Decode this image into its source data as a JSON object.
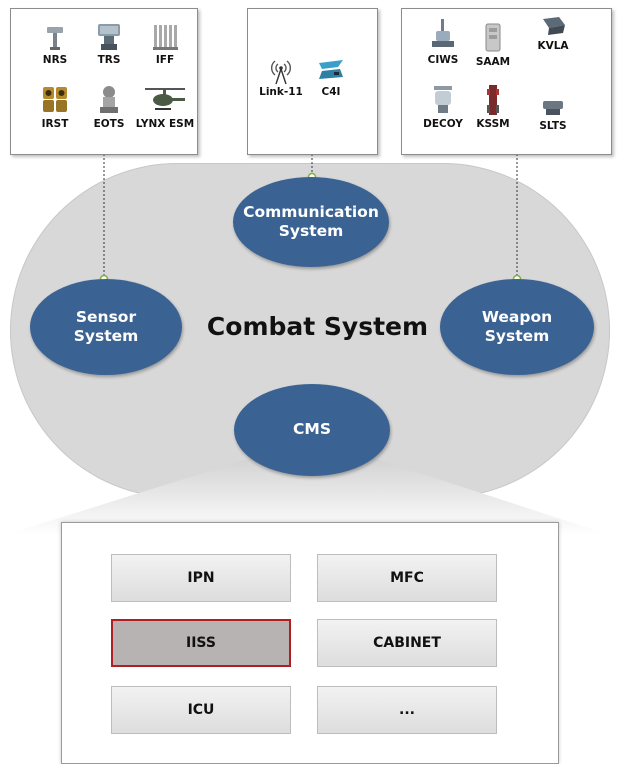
{
  "diagram": {
    "title": "Combat System",
    "colors": {
      "node_fill": "#3a6394",
      "stadium_fill": "#d8d8d8",
      "selected_border": "#b01f24",
      "connector_dot": "#7fb33c"
    },
    "nodes": {
      "communication": {
        "line1": "Communication",
        "line2": "System"
      },
      "sensor": {
        "line1": "Sensor",
        "line2": "System"
      },
      "weapon": {
        "line1": "Weapon",
        "line2": "System"
      },
      "cms": {
        "label": "CMS"
      }
    },
    "sensor_panel": {
      "items": [
        {
          "label": "NRS",
          "icon": "radar-antenna-icon"
        },
        {
          "label": "TRS",
          "icon": "tracking-radar-icon"
        },
        {
          "label": "IFF",
          "icon": "iff-antenna-icon"
        },
        {
          "label": "IRST",
          "icon": "infrared-sensor-icon"
        },
        {
          "label": "EOTS",
          "icon": "electro-optical-turret-icon"
        },
        {
          "label": "LYNX ESM",
          "icon": "helicopter-icon"
        }
      ]
    },
    "communication_panel": {
      "items": [
        {
          "label": "Link-11",
          "icon": "antenna-signal-icon"
        },
        {
          "label": "C4I",
          "icon": "network-link-icon"
        }
      ]
    },
    "weapon_panel": {
      "items": [
        {
          "label": "CIWS",
          "icon": "close-in-gun-icon"
        },
        {
          "label": "SAAM",
          "icon": "missile-launcher-icon"
        },
        {
          "label": "KVLA",
          "icon": "vertical-launcher-icon"
        },
        {
          "label": "DECOY",
          "icon": "decoy-launcher-icon"
        },
        {
          "label": "KSSM",
          "icon": "missile-icon"
        },
        {
          "label": "SLTS",
          "icon": "torpedo-launcher-icon"
        }
      ]
    },
    "cms_modules": [
      {
        "label": "IPN",
        "selected": false
      },
      {
        "label": "MFC",
        "selected": false
      },
      {
        "label": "IISS",
        "selected": true
      },
      {
        "label": "CABINET",
        "selected": false
      },
      {
        "label": "ICU",
        "selected": false
      },
      {
        "label": "...",
        "selected": false
      }
    ]
  }
}
